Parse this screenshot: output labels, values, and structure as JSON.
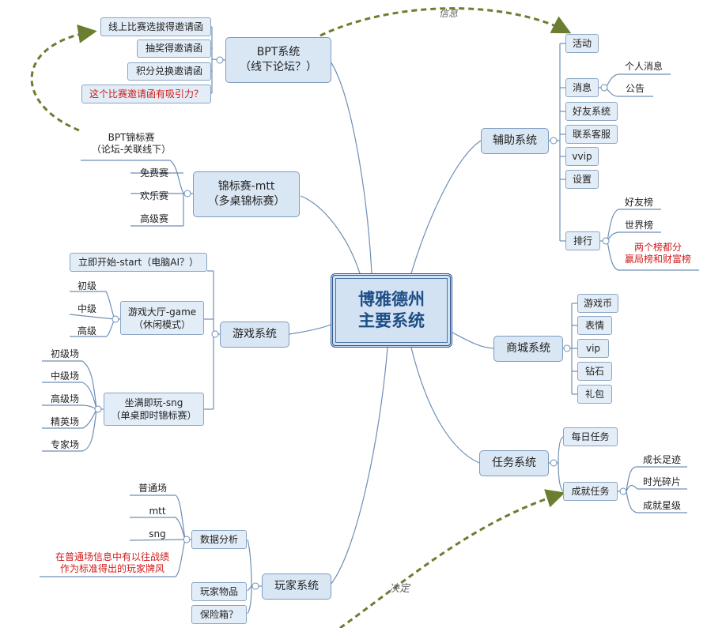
{
  "central": {
    "line1": "博雅德州",
    "line2": "主要系统"
  },
  "bpt": {
    "title_line1": "BPT系统",
    "title_line2": "（线下论坛？）",
    "items": [
      "线上比赛选拔得邀请函",
      "抽奖得邀请函",
      "积分兑换邀请函",
      "这个比赛邀请函有吸引力？"
    ]
  },
  "mtt": {
    "title_line1": "锦标赛-mtt",
    "title_line2": "（多桌锦标赛）",
    "header_line1": "BPT锦标赛",
    "header_line2": "（论坛-关联线下）",
    "items": [
      "免费赛",
      "欢乐赛",
      "高级赛"
    ]
  },
  "game": {
    "title": "游戏系统",
    "start": "立即开始-start（电脑AI？）",
    "hall_line1": "游戏大厅-game",
    "hall_line2": "（休闲模式）",
    "hall_items": [
      "初级",
      "中级",
      "高级"
    ],
    "sng_line1": "坐满即玩-sng",
    "sng_line2": "（单桌即时锦标赛）",
    "sng_items": [
      "初级场",
      "中级场",
      "高级场",
      "精英场",
      "专家场"
    ]
  },
  "player": {
    "title": "玩家系统",
    "analysis": "数据分析",
    "analysis_items": [
      "普通场",
      "mtt",
      "sng"
    ],
    "analysis_note_line1": "在普通场信息中有以往战绩",
    "analysis_note_line2": "作为标准得出的玩家牌风",
    "goods": "玩家物品",
    "safe": "保险箱？"
  },
  "aux": {
    "title": "辅助系统",
    "items": [
      "活动",
      "消息",
      "好友系统",
      "联系客服",
      "vvip",
      "设置",
      "排行"
    ],
    "message_items": [
      "个人消息",
      "公告"
    ],
    "rank_items": [
      "好友榜",
      "世界榜"
    ],
    "rank_note_line1": "两个榜都分",
    "rank_note_line2": "赢局榜和财富榜"
  },
  "shop": {
    "title": "商城系统",
    "items": [
      "游戏币",
      "表情",
      "vip",
      "钻石",
      "礼包"
    ]
  },
  "task": {
    "title": "任务系统",
    "daily": "每日任务",
    "achievement": "成就任务",
    "achievement_items": [
      "成长足迹",
      "时光碎片",
      "成就星级"
    ]
  },
  "annotations": {
    "info": "信息",
    "decide": "决定"
  },
  "colors": {
    "connector": "#6e8fb5",
    "dashed_arrow": "#6b7d2e",
    "red_text": "#d21a1a",
    "central_border": "#2c5591"
  }
}
